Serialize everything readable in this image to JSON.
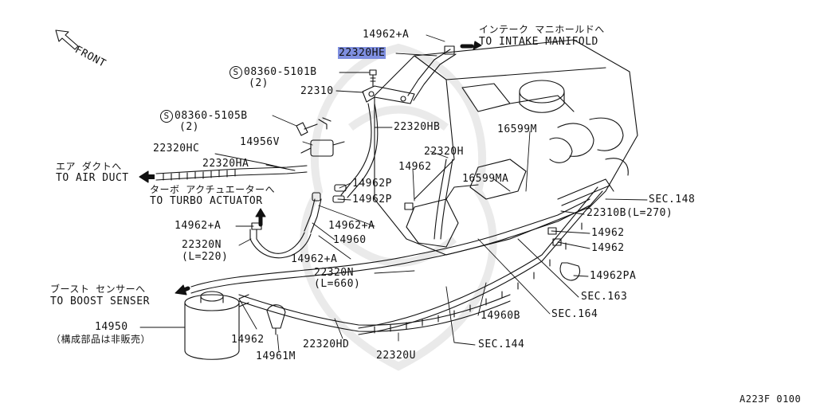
{
  "figure_code": "A223F 0100",
  "front_label": "FRONT",
  "parts": {
    "p14962A_top": "14962+A",
    "p22320HE": "22320HE",
    "jp_intake": "インテーク マニホールドへ",
    "to_intake": "TO INTAKE MANIFOLD",
    "bolt1_num": "08360-5101B",
    "bolt1_qty": "(2)",
    "p22310": "22310",
    "bolt2_num": "08360-5105B",
    "bolt2_qty": "(2)",
    "p22320HB": "22320HB",
    "p16599M": "16599M",
    "p22320HC": "22320HC",
    "p14956V": "14956V",
    "p22320H": "22320H",
    "jp_air_duct": "エア ダクトへ",
    "to_air_duct": "TO AIR DUCT",
    "p22320HA": "22320HA",
    "p14962_mid": "14962",
    "p16599MA": "16599MA",
    "jp_turbo": "ターボ アクチュエーターへ",
    "to_turbo": "TO TURBO ACTUATOR",
    "p14962P_1": "14962P",
    "p14962P_2": "14962P",
    "sec148": "SEC.148",
    "p22310B": "22310B(L=270)",
    "p14962A_left": "14962+A",
    "p14962A_mid": "14962+A",
    "p14960": "14960",
    "p14962_r1": "14962",
    "p22320N_left": "22320N",
    "p22320N_left_len": "(L=220)",
    "p14962A_low": "14962+A",
    "p14962_r2": "14962",
    "p22320N_mid": "22320N",
    "p22320N_mid_len": "(L=660)",
    "p14962PA": "14962PA",
    "jp_boost": "ブースト センサーへ",
    "to_boost": "TO BOOST SENSER",
    "sec163": "SEC.163",
    "sec164": "SEC.164",
    "p14960B": "14960B",
    "p14950": "14950",
    "p14950_note": "（構成部品は非販売）",
    "p14962_low": "14962",
    "p22320HD": "22320HD",
    "p22320U": "22320U",
    "sec144": "SEC.144",
    "p14961M": "14961M"
  }
}
